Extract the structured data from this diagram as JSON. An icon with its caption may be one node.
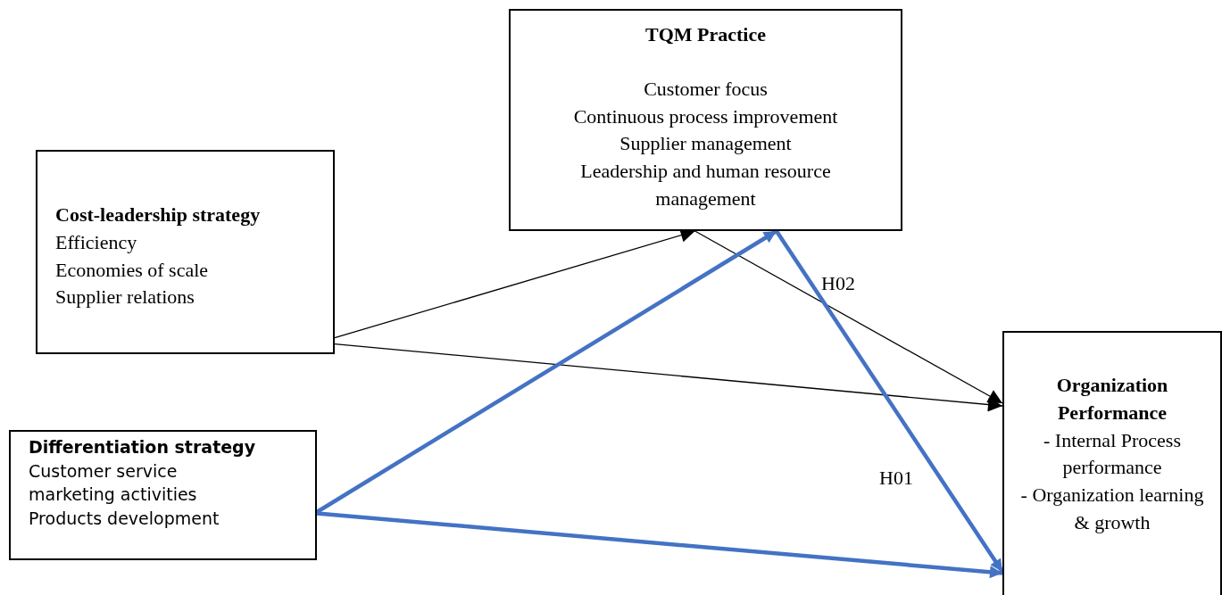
{
  "diagram": {
    "nodes": [
      {
        "text": [
          "TQM Practice",
          "Customer focus",
          "Continuous process improvement",
          "Supplier management",
          "Leadership and human resource management"
        ]
      },
      {
        "text": [
          "Cost-leadership strategy",
          "Efficiency",
          "Economies of scale",
          "Supplier relations"
        ]
      },
      {
        "text": [
          "Differentiation strategy",
          "Customer service",
          "marketing activities",
          "Products development"
        ]
      },
      {
        "text": [
          "Organization Performance",
          "- Internal Process performance",
          "- Organization learning & growth"
        ]
      }
    ],
    "edges": [
      {
        "from": 1,
        "to": 0,
        "arrow": "to"
      },
      {
        "from": 1,
        "to": 3,
        "arrow": "to"
      },
      {
        "from": 0,
        "to": 3,
        "arrow": "to"
      },
      {
        "from": 2,
        "to": 0,
        "arrow": "to",
        "style": "thick",
        "color": "#4472c4"
      },
      {
        "from": 0,
        "to": 3,
        "arrow": "to",
        "style": "thick",
        "color": "#4472c4"
      },
      {
        "from": 2,
        "to": 3,
        "arrow": "to",
        "style": "thick",
        "color": "#4472c4"
      }
    ],
    "labels": [
      "H02",
      "H01"
    ]
  }
}
